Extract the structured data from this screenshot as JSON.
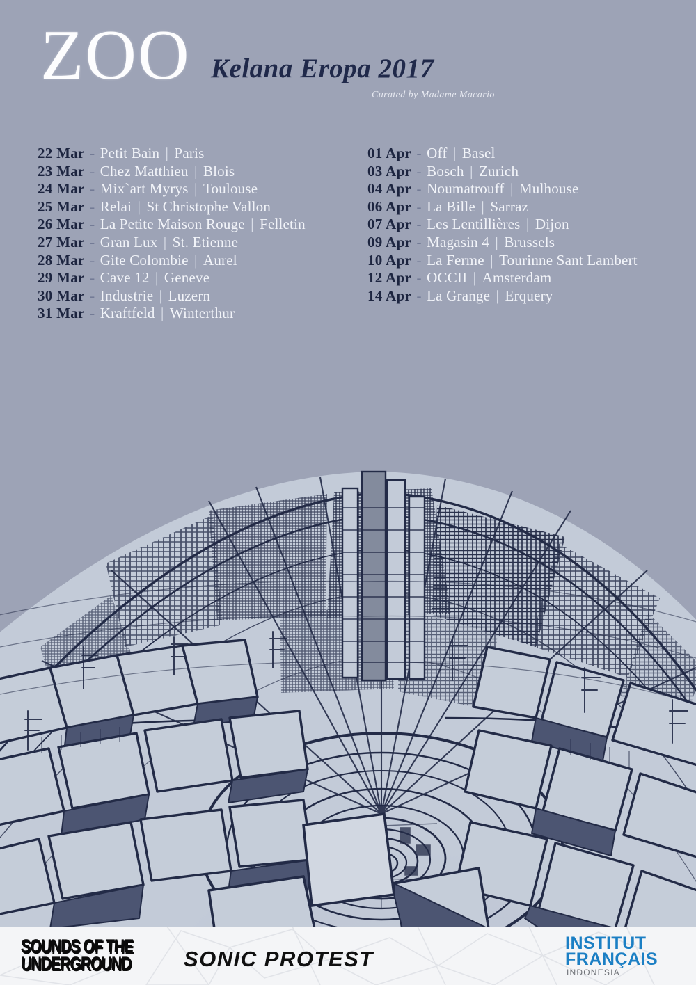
{
  "poster": {
    "background_color": "#9da3b6",
    "ink_color": "#232b47",
    "title": "ZOO",
    "subtitle": "Kelana Eropa 2017",
    "curator": "Curated by Madame Macario"
  },
  "tour_dates": {
    "separator": "|",
    "dash": "-",
    "left_column": [
      {
        "date": "22 Mar",
        "venue": "Petit Bain",
        "city": "Paris"
      },
      {
        "date": "23 Mar",
        "venue": "Chez Matthieu",
        "city": "Blois"
      },
      {
        "date": "24 Mar",
        "venue": "Mix`art Myrys",
        "city": "Toulouse"
      },
      {
        "date": "25 Mar",
        "venue": "Relai",
        "city": "St Christophe Vallon"
      },
      {
        "date": "26 Mar",
        "venue": "La Petite Maison Rouge",
        "city": "Felletin"
      },
      {
        "date": "27 Mar",
        "venue": "Gran Lux",
        "city": "St. Etienne"
      },
      {
        "date": "28 Mar",
        "venue": "Gite Colombie",
        "city": "Aurel"
      },
      {
        "date": "29 Mar",
        "venue": "Cave 12",
        "city": "Geneve"
      },
      {
        "date": "30 Mar",
        "venue": "Industrie",
        "city": "Luzern"
      },
      {
        "date": "31 Mar",
        "venue": "Kraftfeld",
        "city": "Winterthur"
      }
    ],
    "right_column": [
      {
        "date": "01 Apr",
        "venue": "Off",
        "city": "Basel"
      },
      {
        "date": "03 Apr",
        "venue": "Bosch",
        "city": "Zurich"
      },
      {
        "date": "04 Apr",
        "venue": "Noumatrouff",
        "city": "Mulhouse"
      },
      {
        "date": "06 Apr",
        "venue": "La Bille",
        "city": "Sarraz"
      },
      {
        "date": "07 Apr",
        "venue": "Les Lentillières",
        "city": "Dijon"
      },
      {
        "date": "09 Apr",
        "venue": "Magasin 4",
        "city": "Brussels"
      },
      {
        "date": "10 Apr",
        "venue": "La Ferme",
        "city": "Tourinne Sant Lambert"
      },
      {
        "date": "12 Apr",
        "venue": "OCCII",
        "city": "Amsterdam"
      },
      {
        "date": "14 Apr",
        "venue": "La Grange",
        "city": "Erquery"
      }
    ]
  },
  "illustration": {
    "name": "radial-cityscape-line-drawing",
    "line_color": "#232b47",
    "face_color": "#c5cdd9",
    "shadow_color": "#4c5572"
  },
  "footer": {
    "background_color": "#f4f5f7",
    "logos": {
      "sounds_of_the_underground": {
        "line1": "SOUNDS OF THE",
        "line2": "UNDERGROUND"
      },
      "sonic_protest": {
        "text": "SONIC PROTEST"
      },
      "institut_francais": {
        "line1": "INSTITUT",
        "line2": "FRANÇAIS",
        "line3": "INDONESIA",
        "color": "#1b7fc4"
      }
    }
  }
}
